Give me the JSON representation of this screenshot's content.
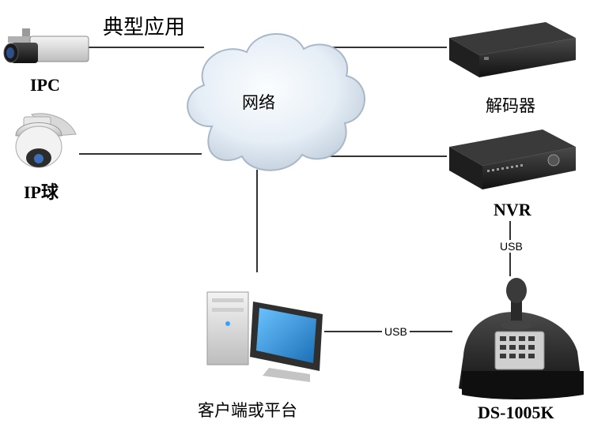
{
  "title": "典型应用",
  "cloud": {
    "label": "网络"
  },
  "devices": {
    "ipc": "IPC",
    "ip_dome": "IP球",
    "decoder": "解码器",
    "nvr": "NVR",
    "client": "客户端或平台",
    "keyboard": "DS-1005K"
  },
  "links": {
    "nvr_keyboard": "USB",
    "client_keyboard": "USB"
  },
  "colors": {
    "cloud_fill_light": "#f2f7fb",
    "cloud_fill_dark": "#c9d6e3",
    "line": "#333333",
    "device_dark": "#1f1f1f",
    "monitor_screen": "#2a8fd6"
  }
}
